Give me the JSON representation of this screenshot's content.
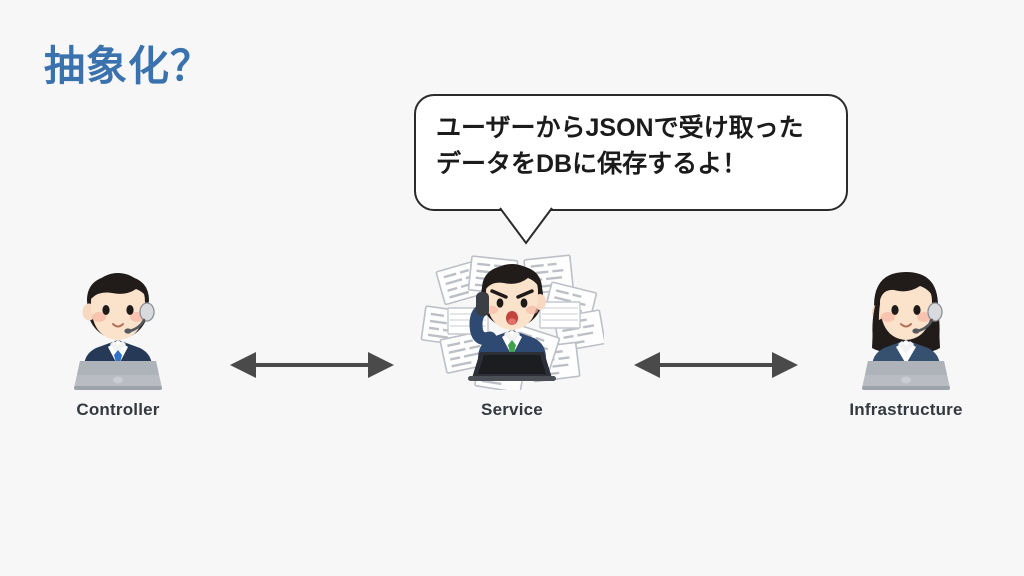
{
  "slide": {
    "background_color": "#f7f7f7",
    "title": "抽象化？",
    "title_color": "#3a72ae"
  },
  "speech_bubble": {
    "speaker": "Service",
    "line1": "ユーザーからJSONで受け取った",
    "line2": "データをDBに保存するよ！",
    "full_text": "ユーザーからJSONで受け取ったデータをDBに保存するよ！",
    "border_color": "#2b2b2b",
    "fill_color": "#ffffff",
    "text_color": "#1b1b1b"
  },
  "nodes": [
    {
      "id": "controller",
      "label": "Controller",
      "icon": "operator-man-headset-laptop-icon",
      "label_color": "#34393f"
    },
    {
      "id": "service",
      "label": "Service",
      "icon": "busy-businessman-papers-phone-laptop-icon",
      "label_color": "#34393f"
    },
    {
      "id": "infrastructure",
      "label": "Infrastructure",
      "icon": "operator-woman-headset-laptop-icon",
      "label_color": "#34393f"
    }
  ],
  "connectors": [
    {
      "id": "controller-service",
      "icon": "double-arrow-horizontal-icon",
      "from": "Controller",
      "to": "Service",
      "color": "#4a4a4a"
    },
    {
      "id": "service-infrastructure",
      "icon": "double-arrow-horizontal-icon",
      "from": "Service",
      "to": "Infrastructure",
      "color": "#4a4a4a"
    }
  ]
}
